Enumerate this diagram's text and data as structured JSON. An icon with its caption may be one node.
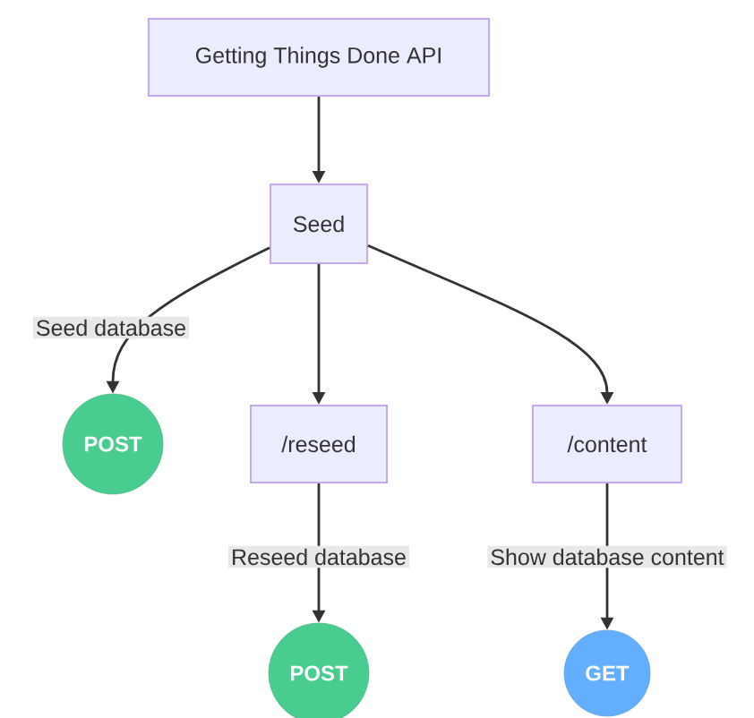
{
  "diagram": {
    "nodes": [
      {
        "text": [
          "Getting Things Done API"
        ]
      },
      {
        "text": [
          "Seed"
        ]
      },
      {
        "text": [
          "POST"
        ]
      },
      {
        "text": [
          "/reseed"
        ]
      },
      {
        "text": [
          "/content"
        ]
      },
      {
        "text": [
          "POST"
        ]
      },
      {
        "text": [
          "GET"
        ]
      }
    ],
    "edges": [
      {
        "from": 0,
        "to": 1,
        "arrow": "to"
      },
      {
        "from": 1,
        "to": 2,
        "arrow": "to",
        "label": "Seed database"
      },
      {
        "from": 1,
        "to": 3,
        "arrow": "to"
      },
      {
        "from": 1,
        "to": 4,
        "arrow": "to"
      },
      {
        "from": 3,
        "to": 5,
        "arrow": "to",
        "label": "Reseed database"
      },
      {
        "from": 4,
        "to": 6,
        "arrow": "to",
        "label": "Show database content"
      }
    ]
  }
}
